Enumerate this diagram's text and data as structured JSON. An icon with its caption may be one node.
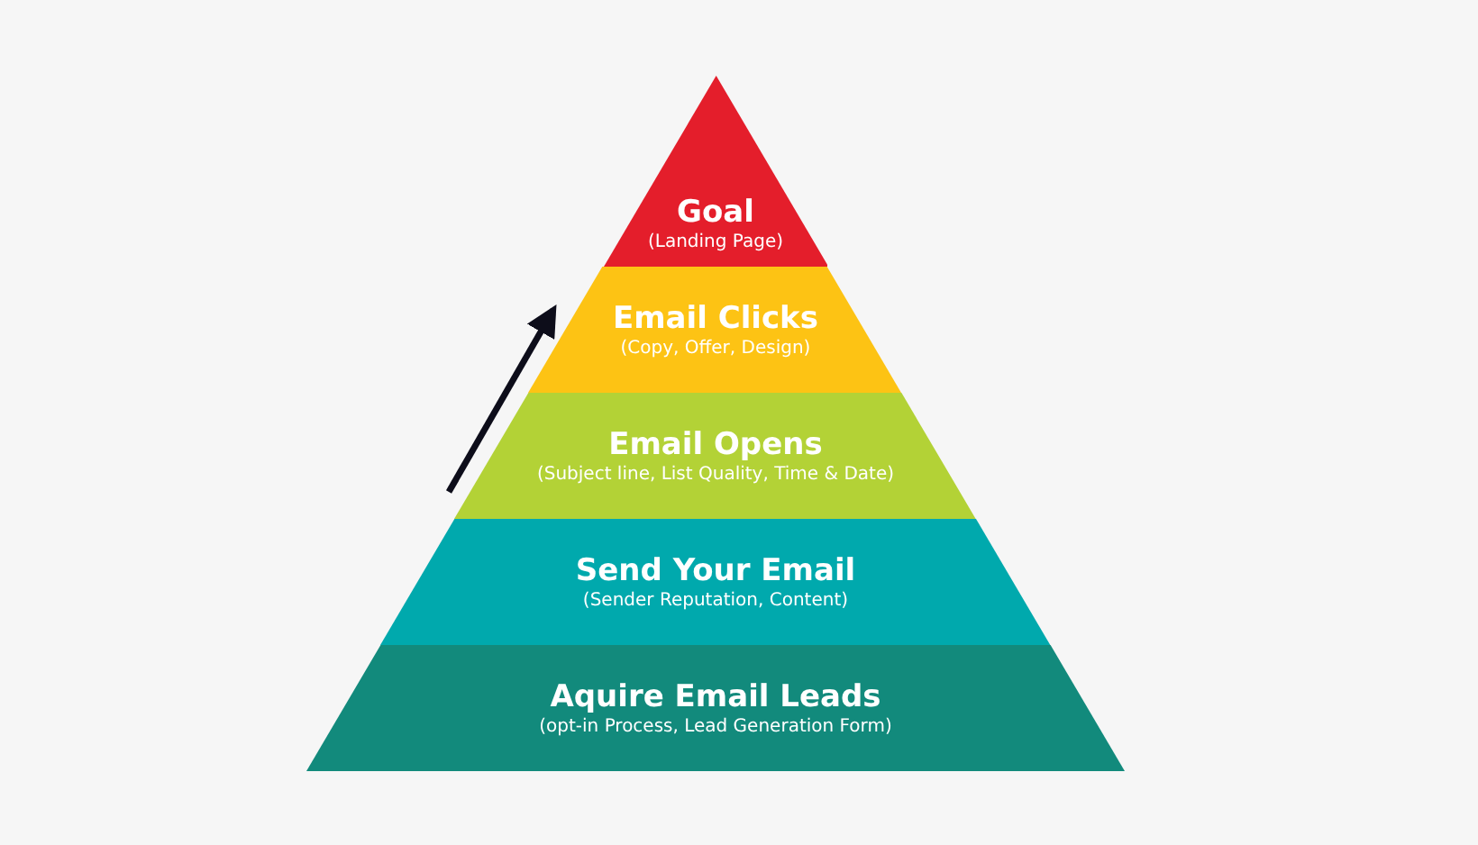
{
  "diagram": {
    "nodes": [
      {
        "text": [
          "Goal",
          "(Landing Page)"
        ]
      },
      {
        "text": [
          "Email Clicks",
          "(Copy, Offer, Design)"
        ]
      },
      {
        "text": [
          "Email Opens",
          "(Subject line, List Quality, Time & Date)"
        ]
      },
      {
        "text": [
          "Send Your Email",
          "(Sender Reputation, Content)"
        ]
      },
      {
        "text": [
          "Aquire Email Leads",
          "(opt-in Process, Lead Generation Form)"
        ]
      }
    ]
  }
}
